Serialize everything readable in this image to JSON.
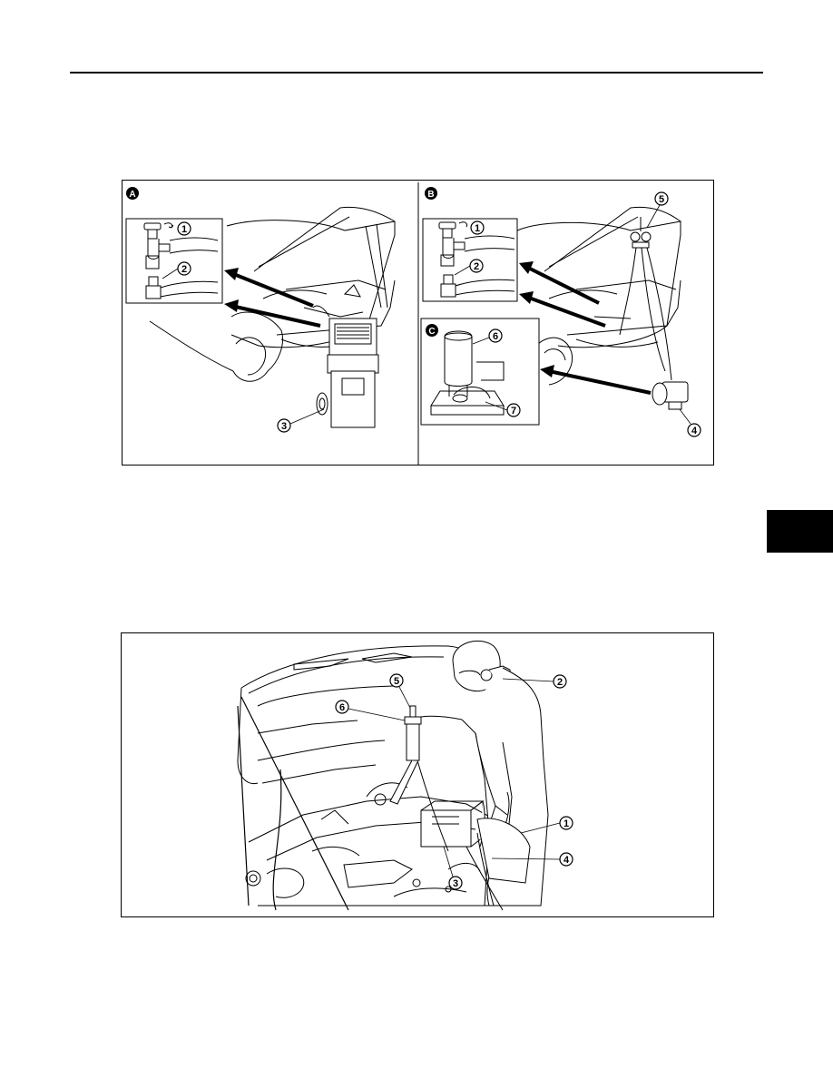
{
  "colors": {
    "ink": "#000000",
    "paper": "#ffffff",
    "section_tab": "#000000"
  },
  "figure1": {
    "panel_a": {
      "badge": "A",
      "callouts": [
        "1",
        "2",
        "3"
      ]
    },
    "panel_b": {
      "badge": "B",
      "callouts": [
        "1",
        "2",
        "4",
        "5"
      ]
    },
    "panel_c": {
      "badge": "C",
      "callouts": [
        "6",
        "7"
      ]
    }
  },
  "figure2": {
    "callouts": [
      "1",
      "2",
      "3",
      "4",
      "5",
      "6"
    ]
  }
}
